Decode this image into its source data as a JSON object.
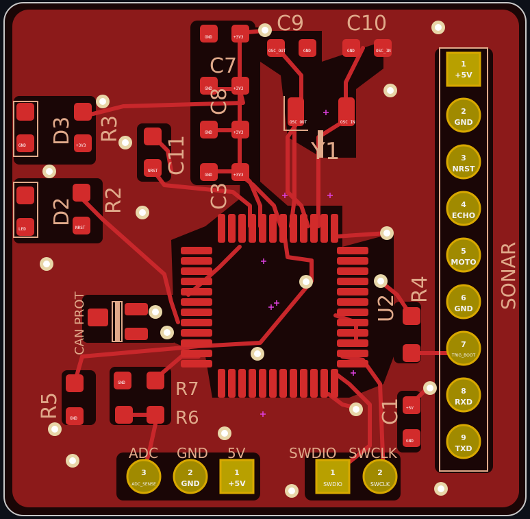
{
  "colors": {
    "board_bg": "#0d1018",
    "edge": "#c8c8c8",
    "copper_pour": "#8c1a1a",
    "clearance": "#1a0606",
    "pad": "#d22b2b",
    "trace": "#c8272b",
    "silk": "#e0a98a",
    "via_ring": "#e8d6a8",
    "hole": "#ffffff",
    "connector_pad": "#b8a000",
    "connector_ring": "#d8a800"
  },
  "labels": {
    "c9": "C9",
    "c10": "C10",
    "c7": "C7",
    "c8": "C8",
    "c11": "C11",
    "c3": "C3",
    "d3": "D3",
    "d2": "D2",
    "r3": "R3",
    "r2": "R2",
    "r4": "R4",
    "r5": "R5",
    "r6": "R6",
    "r7": "R7",
    "c1": "C1",
    "u2": "U2",
    "y1": "Y1",
    "can_prot": "CAN PROT",
    "sonar": "SONAR",
    "adc": "ADC",
    "gnd": "GND",
    "v5": "5V",
    "swdio": "SWDIO",
    "swclk": "SWCLK"
  },
  "pad_text": {
    "gnd": "GND",
    "v33": "+3V3",
    "osc_out": "OSC OUT",
    "osc_in": "OSC IN",
    "osc_out_s": "OSC_OUT",
    "osc_in_s": "OSC_IN",
    "nrst": "NRST",
    "led": "LED",
    "v5": "+5V",
    "one": "1",
    "two": "2"
  },
  "sonar_pins": [
    {
      "num": "1",
      "net": "+5V"
    },
    {
      "num": "2",
      "net": "GND"
    },
    {
      "num": "3",
      "net": "NRST"
    },
    {
      "num": "4",
      "net": "ECHO"
    },
    {
      "num": "5",
      "net": "MOTO"
    },
    {
      "num": "6",
      "net": "GND"
    },
    {
      "num": "7",
      "net": "TRIG_BOOT"
    },
    {
      "num": "8",
      "net": "RXD"
    },
    {
      "num": "9",
      "net": "TXD"
    }
  ],
  "bottom_pins": [
    {
      "num": "3",
      "net": "ADC_SENSE"
    },
    {
      "num": "2",
      "net": "GND"
    },
    {
      "num": "1",
      "net": "+5V"
    },
    {
      "num": "1",
      "net": "SWDIO"
    },
    {
      "num": "2",
      "net": "SWCLK"
    }
  ]
}
